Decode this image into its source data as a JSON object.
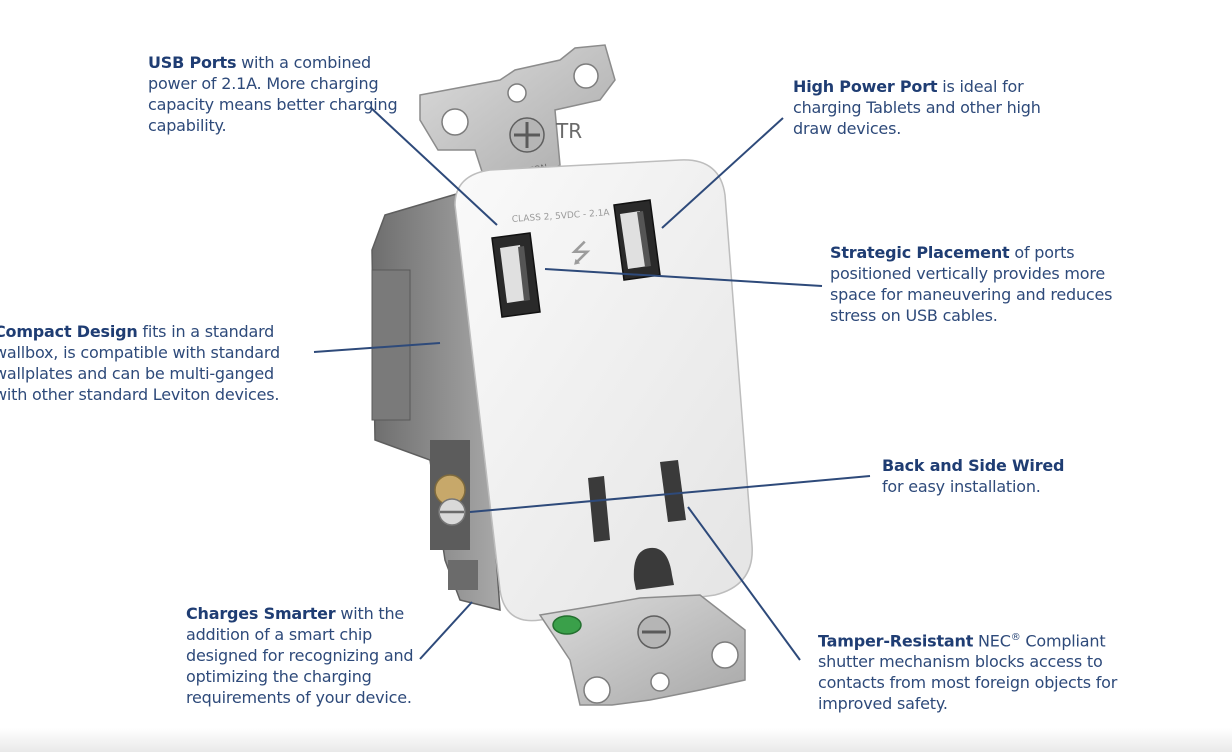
{
  "callouts": {
    "usb_ports": {
      "title": "USB Ports",
      "text": " with a combined power of 2.1A. More charging capacity means better charging capability."
    },
    "high_power": {
      "title": "High Power Port",
      "text": " is ideal for charging Tablets and other high draw devices."
    },
    "strategic": {
      "title": "Strategic Placement",
      "text": " of ports positioned vertically provides more space for maneuvering and reduces stress on USB cables."
    },
    "compact": {
      "title": "Compact Design",
      "text": " fits in a standard wallbox, is compatible with standard wallplates and can be multi-ganged with other standard Leviton devices."
    },
    "back_side": {
      "title": "Back and Side Wired",
      "text": "for easy installation."
    },
    "charges": {
      "title": "Charges Smarter",
      "text": " with the addition of a smart chip designed for recognizing and optimizing the charging requirements of your device."
    },
    "tamper": {
      "title": "Tamper-Resistant",
      "text_pre": " NEC",
      "reg": "®",
      "text": " Compliant shutter mechanism blocks access to contacts from most foreign objects for improved safety."
    }
  },
  "device_marks": {
    "brand": "LEVITON",
    "tr": "TR",
    "rating": "CLASS 2, 5VDC - 2.1A",
    "usb_symbol": "⭍"
  },
  "colors": {
    "callout_text": "#2e4a7a",
    "leader_line": "#2e4a7a",
    "device_body": "#f1f1f1",
    "device_side": "#8a8a8a",
    "strap_metal": "#c9c9c9",
    "green_screw": "#3aa04a"
  }
}
